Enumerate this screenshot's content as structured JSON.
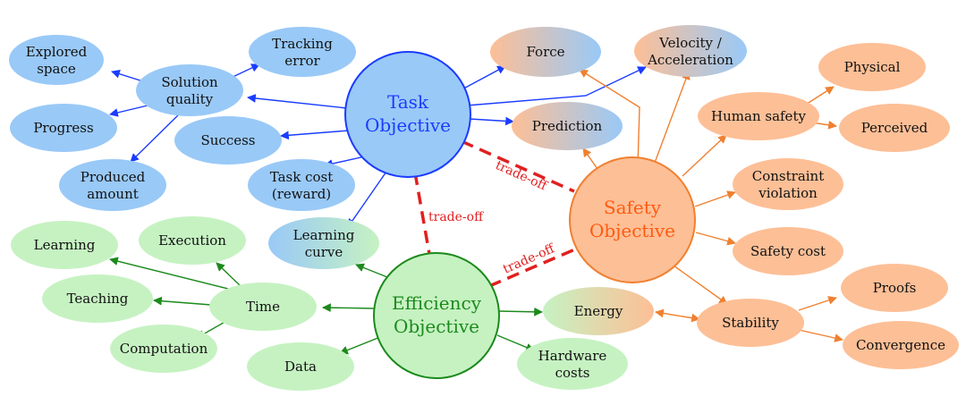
{
  "hubs": {
    "task": [
      "Task",
      "Objective"
    ],
    "safety": [
      "Safety",
      "Objective"
    ],
    "efficiency": [
      "Efficiency",
      "Objective"
    ]
  },
  "task_nodes": {
    "explored_space": [
      "Explored",
      "space"
    ],
    "solution_quality": [
      "Solution",
      "quality"
    ],
    "tracking_error": [
      "Tracking",
      "error"
    ],
    "progress": [
      "Progress"
    ],
    "success": [
      "Success"
    ],
    "produced_amount": [
      "Produced",
      "amount"
    ],
    "task_cost": [
      "Task cost",
      "(reward)"
    ]
  },
  "shared_nodes": {
    "force": [
      "Force"
    ],
    "velocity": [
      "Velocity /",
      "Acceleration"
    ],
    "prediction": [
      "Prediction"
    ],
    "learning_curve": [
      "Learning",
      "curve"
    ],
    "energy": [
      "Energy"
    ]
  },
  "safety_nodes": {
    "physical": [
      "Physical"
    ],
    "human_safety": [
      "Human safety"
    ],
    "perceived": [
      "Perceived"
    ],
    "constraint_violation": [
      "Constraint",
      "violation"
    ],
    "safety_cost": [
      "Safety cost"
    ],
    "stability": [
      "Stability"
    ],
    "proofs": [
      "Proofs"
    ],
    "convergence": [
      "Convergence"
    ]
  },
  "efficiency_nodes": {
    "learning": [
      "Learning"
    ],
    "execution": [
      "Execution"
    ],
    "teaching": [
      "Teaching"
    ],
    "time": [
      "Time"
    ],
    "computation": [
      "Computation"
    ],
    "data": [
      "Data"
    ],
    "hardware_costs": [
      "Hardware",
      "costs"
    ]
  },
  "tradeoffs": {
    "task_safety": "trade-off",
    "task_efficiency": "trade-off",
    "safety_efficiency": "trade-off"
  },
  "colors": {
    "task_fill": "#99c9f7",
    "task_stroke": "#1a3cff",
    "safety_fill": "#fdbf96",
    "safety_stroke": "#f08030",
    "efficiency_fill": "#c6f2c2",
    "efficiency_stroke": "#1c8a1c",
    "tradeoff": "#e02020"
  }
}
